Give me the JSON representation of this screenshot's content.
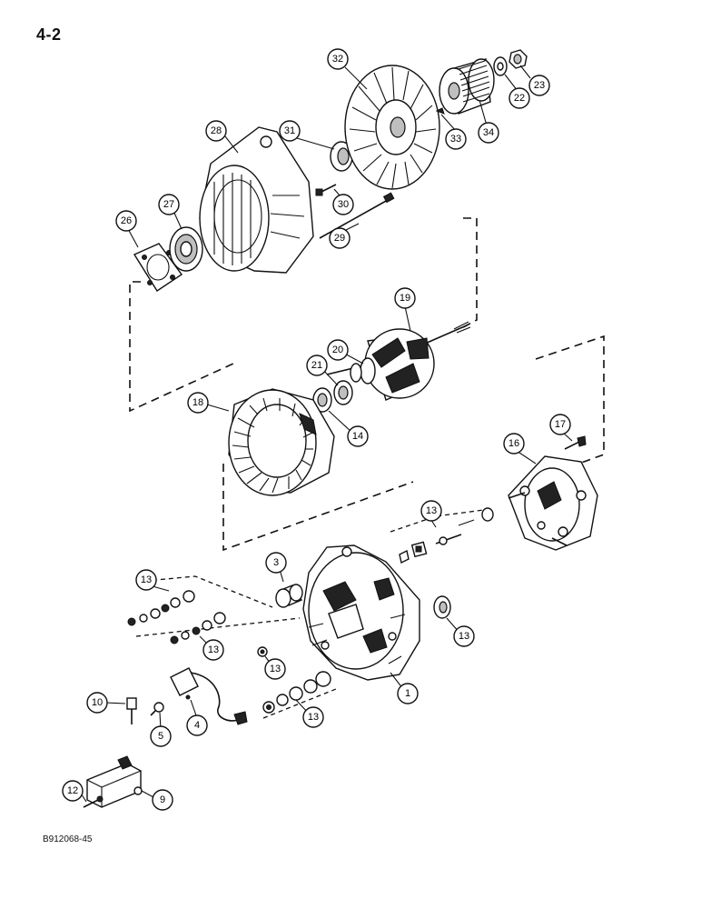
{
  "page_number": "4-2",
  "figure_code": "B912068-45",
  "callouts": {
    "c1": "1",
    "c3": "3",
    "c4": "4",
    "c5": "5",
    "c9": "9",
    "c10": "10",
    "c12": "12",
    "c13": "13",
    "c14": "14",
    "c16": "16",
    "c17": "17",
    "c18": "18",
    "c19": "19",
    "c20": "20",
    "c21": "21",
    "c22": "22",
    "c23": "23",
    "c26": "26",
    "c27": "27",
    "c28": "28",
    "c29": "29",
    "c30": "30",
    "c31": "31",
    "c32": "32",
    "c33": "33",
    "c34": "34"
  }
}
